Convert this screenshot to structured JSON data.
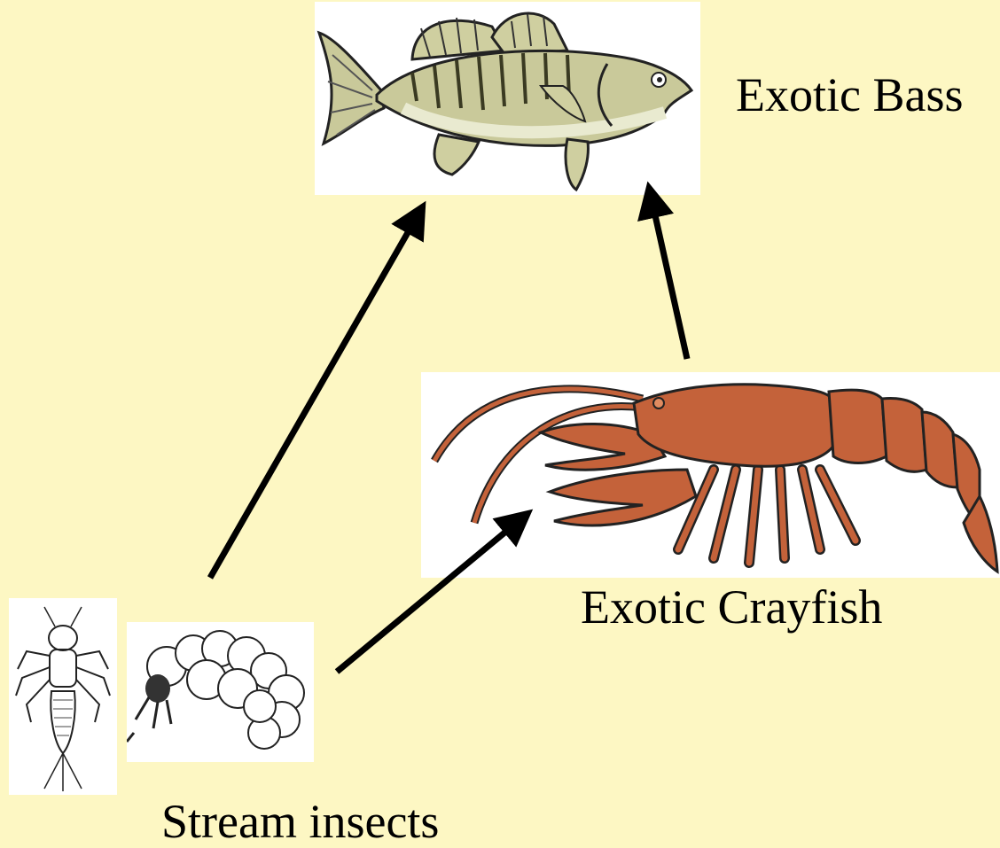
{
  "nodes": {
    "bass": {
      "label": "Exotic Bass",
      "icon": "bass-fish-icon"
    },
    "crayfish": {
      "label": "Exotic Crayfish",
      "icon": "crayfish-icon"
    },
    "insects": {
      "label": "Stream insects",
      "icons": [
        "mayfly-nymph-icon",
        "caddisfly-larva-icon"
      ]
    }
  },
  "edges": [
    {
      "from": "Stream insects",
      "to": "Exotic Bass"
    },
    {
      "from": "Stream insects",
      "to": "Exotic Crayfish"
    },
    {
      "from": "Exotic Crayfish",
      "to": "Exotic Bass"
    }
  ],
  "colors": {
    "background": "#fdf7c3",
    "arrow": "#000000",
    "bass_body": "#c9c99a",
    "crayfish_body": "#c4623a"
  }
}
